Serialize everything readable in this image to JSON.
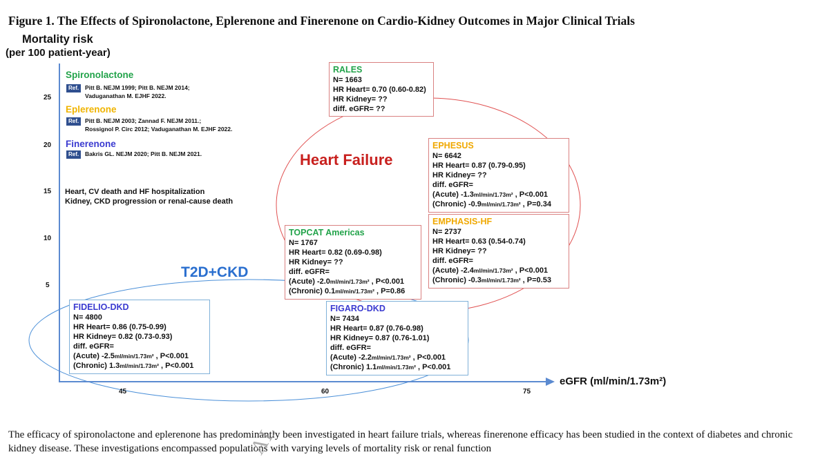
{
  "figure_title": "Figure 1. The Effects of Spironolactone, Eplerenone and Finerenone on Cardio-Kidney Outcomes in Major Clinical Trials",
  "y_axis": {
    "title_line1": "Mortality risk",
    "title_line2": "(per 100 patient-year)",
    "ticks": [
      "25",
      "20",
      "15",
      "10",
      "5"
    ]
  },
  "x_axis": {
    "title": "eGFR (ml/min/1.73m²)",
    "ticks": [
      "45",
      "60",
      "75"
    ]
  },
  "legend": {
    "drugs": [
      {
        "name": "Spironolactone",
        "color": "#22a34a",
        "ref_tag": "Ref.",
        "refs": [
          "Pitt B. NEJM 1999; Pitt B. NEJM 2014;",
          "Vaduganathan M. EJHF 2022."
        ]
      },
      {
        "name": "Eplerenone",
        "color": "#f0b400",
        "ref_tag": "Ref.",
        "refs": [
          "Pitt B. NEJM 2003; Zannad F. NEJM 2011.;",
          "Rossignol P. Circ 2012; Vaduganathan M. EJHF 2022."
        ]
      },
      {
        "name": "Finerenone",
        "color": "#3a3ad0",
        "ref_tag": "Ref.",
        "refs": [
          "Bakris GL. NEJM 2020; Pitt B. NEJM 2021."
        ]
      }
    ],
    "outcomes": [
      "Heart, CV death and HF hospitalization",
      "Kidney, CKD progression or renal-cause death"
    ]
  },
  "regions": {
    "heart_failure": {
      "label": "Heart Failure",
      "color": "#c8201e"
    },
    "t2d_ckd": {
      "label": "T2D+CKD",
      "color": "#2a6fcf"
    }
  },
  "trials": {
    "rales": {
      "name": "RALES",
      "name_color": "#22a34a",
      "border": "#d98080",
      "n": "N= 1663",
      "hr_heart": "HR Heart= 0.70 (0.60-0.82)",
      "hr_kidney": "HR Kidney= ??",
      "egfr": "diff. eGFR= ??"
    },
    "ephesus": {
      "name": "EPHESUS",
      "name_color": "#f0a800",
      "border": "#d98080",
      "n": "N= 6642",
      "hr_heart": "HR Heart= 0.87 (0.79-0.95)",
      "hr_kidney": "HR Kidney= ??",
      "egfr_label": "diff. eGFR=",
      "acute_pre": "(Acute) -1.3",
      "acute_unit": "ml/min/1.73m²",
      "acute_post": " , P<0.001",
      "chronic_pre": "(Chronic) -0.9",
      "chronic_unit": "ml/min/1.73m²",
      "chronic_post": " , P=0.34"
    },
    "emphasis": {
      "name": "EMPHASIS-HF",
      "name_color": "#f0a800",
      "border": "#d98080",
      "n": "N= 2737",
      "hr_heart": "HR Heart= 0.63 (0.54-0.74)",
      "hr_kidney": "HR Kidney= ??",
      "egfr_label": "diff. eGFR=",
      "acute_pre": "(Acute) -2.4",
      "acute_unit": "ml/min/1.73m²",
      "acute_post": " , P<0.001",
      "chronic_pre": "(Chronic) -0.3",
      "chronic_unit": "ml/min/1.73m²",
      "chronic_post": " , P=0.53"
    },
    "topcat": {
      "name": "TOPCAT Americas",
      "name_color": "#22a34a",
      "border": "#d98080",
      "n": "N= 1767",
      "hr_heart": "HR Heart= 0.82 (0.69-0.98)",
      "hr_kidney": "HR Kidney= ??",
      "egfr_label": "diff. eGFR=",
      "acute_pre": "(Acute) -2.0",
      "acute_unit": "ml/min/1.73m²",
      "acute_post": " , P<0.001",
      "chronic_pre": "(Chronic) 0.1",
      "chronic_unit": "ml/min/1.73m²",
      "chronic_post": " , P=0.86"
    },
    "fidelio": {
      "name": "FIDELIO-DKD",
      "name_color": "#3a3ad0",
      "border": "#7fb0d8",
      "n": "N= 4800",
      "hr_heart": "HR Heart= 0.86 (0.75-0.99)",
      "hr_kidney": "HR Kidney= 0.82 (0.73-0.93)",
      "egfr_label": "diff. eGFR=",
      "acute_pre": "(Acute) -2.5",
      "acute_unit": "ml/min/1.73m²",
      "acute_post": " , P<0.001",
      "chronic_pre": "(Chronic) 1.3",
      "chronic_unit": "ml/min/1.73m²",
      "chronic_post": " , P<0.001"
    },
    "figaro": {
      "name": "FIGARO-DKD",
      "name_color": "#3a3ad0",
      "border": "#7fb0d8",
      "n": "N= 7434",
      "hr_heart": "HR Heart= 0.87 (0.76-0.98)",
      "hr_kidney": "HR Kidney= 0.87 (0.76-1.01)",
      "egfr_label": "diff. eGFR=",
      "acute_pre": "(Acute) -2.2",
      "acute_unit": "ml/min/1.73m²",
      "acute_post": " , P<0.001",
      "chronic_pre": "(Chronic) 1.1",
      "chronic_unit": "ml/min/1.73m²",
      "chronic_post": " , P<0.001"
    }
  },
  "caption": "The efficacy of spironolactone and eplerenone has predominantly been investigated in heart failure trials, whereas finerenone efficacy has been studied in the context of diabetes and chronic kidney disease. These investigations encompassed populations with varying levels of mortality risk or renal function",
  "watermark": "AL"
}
